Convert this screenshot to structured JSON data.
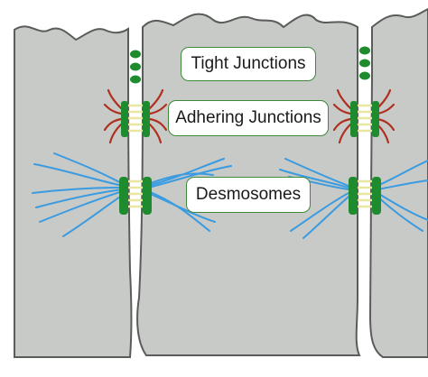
{
  "diagram": {
    "labels": {
      "tight_junctions": "Tight Junctions",
      "adhering_junctions": "Adhering Junctions",
      "desmosomes": "Desmosomes"
    }
  },
  "colors": {
    "cytoplasm": "#c8cac8",
    "membrane": "#5a5c5a",
    "junction_green": "#1e8c2e",
    "linker_yellow": "#e8e6a0",
    "actin_red": "#b0301e",
    "keratin_blue": "#3a9be0",
    "label_border": "#3d8a3d"
  }
}
